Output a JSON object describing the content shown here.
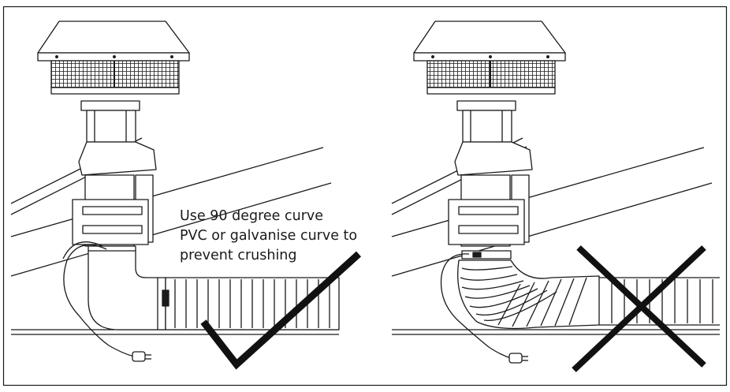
{
  "annotation": {
    "line1": "Use 90 degree curve",
    "line2": "PVC or galvanise curve to",
    "line3": "prevent crushing"
  },
  "panels": [
    {
      "name": "correct-installation",
      "duct_connection": "rigid 90 degree curve",
      "verdict_icon": "check-mark-icon",
      "verdict_color": "#111111"
    },
    {
      "name": "incorrect-installation",
      "duct_connection": "crushed flexible duct bend",
      "verdict_icon": "cross-mark-icon",
      "verdict_color": "#111111"
    }
  ],
  "colors": {
    "line": "#1a1a1a",
    "background": "#ffffff",
    "mesh": "#1a1a1a"
  }
}
